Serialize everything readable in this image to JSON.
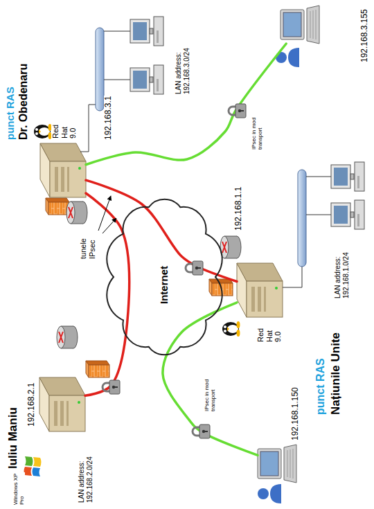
{
  "diagram": {
    "nodes": [
      {
        "text": [
          "Iuliu Maniu",
          "192.168.2.1"
        ]
      },
      {
        "text": [
          "punct RAS",
          "Dr. Obedenaru",
          "192.168.3.1"
        ]
      },
      {
        "text": [
          "Internet"
        ]
      },
      {
        "text": [
          "punct RAS",
          "Națiunile Unite",
          "192.168.1.1"
        ]
      },
      {
        "text": [
          "192.168.3.155"
        ]
      },
      {
        "text": [
          "192.168.1.150"
        ]
      }
    ],
    "edges": [
      {
        "from": 1,
        "to": 0,
        "arrow": "none"
      },
      {
        "from": 1,
        "to": 3,
        "arrow": "none"
      },
      {
        "from": 1,
        "to": 4,
        "arrow": "none"
      },
      {
        "from": 3,
        "to": 5,
        "arrow": "none"
      }
    ],
    "labels": [
      "Windows XP Pro",
      "LAN address: 192.168.2.0/24",
      "Red Hat 9.0",
      "tunele IPsec",
      "LAN address: 192.168.3.0/24",
      "IPsec in mod transport",
      "Red Hat 9.0",
      "LAN address: 192.168.1.0/24",
      "IPsec in mod transport"
    ]
  }
}
